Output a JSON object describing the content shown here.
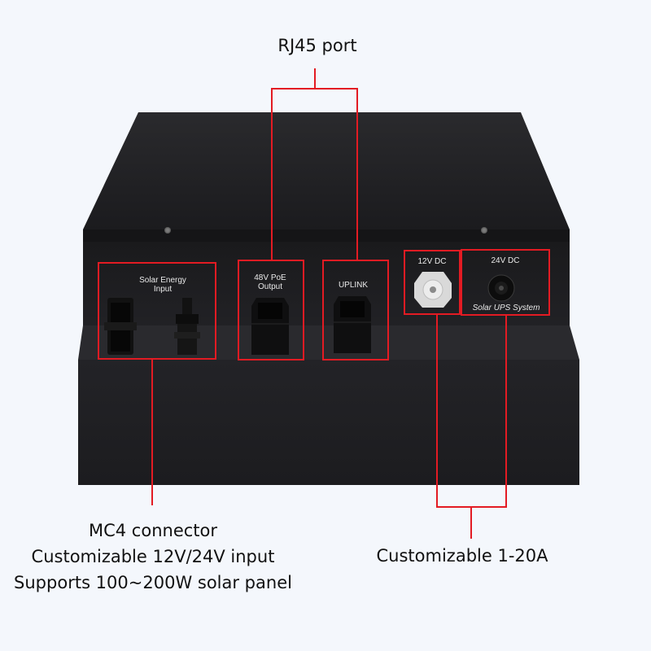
{
  "callouts": {
    "rj45": "RJ45 port",
    "mc4_line1": "MC4 connector",
    "mc4_line2": "Customizable 12V/24V input",
    "mc4_line3": "Supports 100~200W solar panel",
    "dc_current": "Customizable 1-20A"
  },
  "panel_labels": {
    "solar_line1": "Solar Energy",
    "solar_line2": "Input",
    "poe_line1": "48V PoE",
    "poe_line2": "Output",
    "uplink": "UPLINK",
    "dc12": "12V DC",
    "dc24": "24V DC",
    "system_name": "Solar UPS System"
  },
  "colors": {
    "annotation": "#e31b23",
    "enclosure": "#1e1e21",
    "background": "#f4f7fc"
  }
}
